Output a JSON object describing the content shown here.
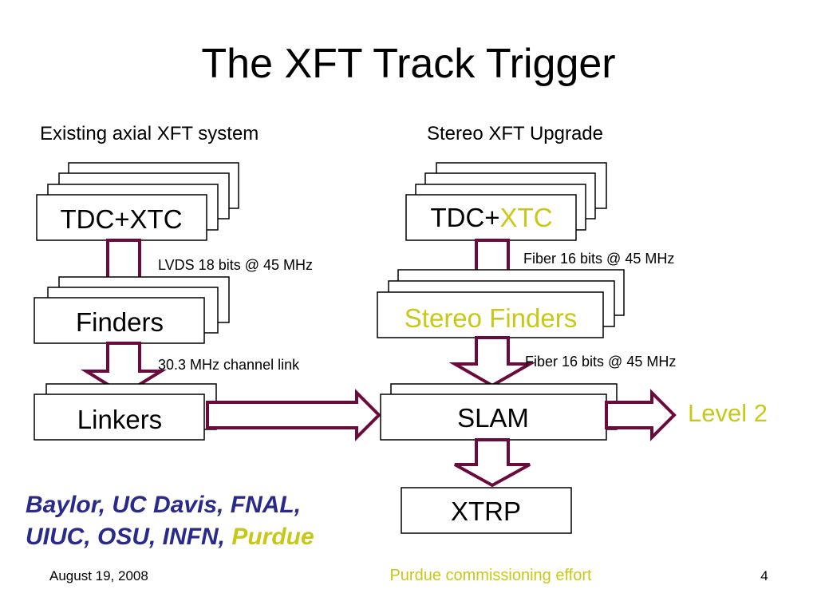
{
  "title": "The XFT Track Trigger",
  "left_heading": "Existing axial XFT system",
  "right_heading": "Stereo XFT Upgrade",
  "left": {
    "tdc_xtc": "TDC+XTC",
    "finders": "Finders",
    "linkers": "Linkers",
    "link_1": "LVDS 18 bits @ 45 MHz",
    "link_2": "30.3 MHz channel link"
  },
  "right": {
    "tdc_prefix": "TDC+",
    "tdc_xtc_highlight": "XTC",
    "stereo_finders": "Stereo Finders",
    "slam": "SLAM",
    "xtrp": "XTRP",
    "link_1": "Fiber 16 bits @ 45 MHz",
    "link_2": "Fiber 16 bits @ 45 MHz"
  },
  "output": "Level 2",
  "collaboration": {
    "line1": "Baylor, UC Davis, FNAL,",
    "line2_prefix": "UIUC, OSU, INFN, ",
    "line2_highlight": "Purdue"
  },
  "footer": {
    "date": "August 19, 2008",
    "center": "Purdue commissioning effort",
    "page": "4"
  },
  "colors": {
    "arrow_stroke": "#6b0a3c",
    "highlight": "#c8c818",
    "collaboration": "#2a2a8a",
    "box_border": "#000000"
  }
}
